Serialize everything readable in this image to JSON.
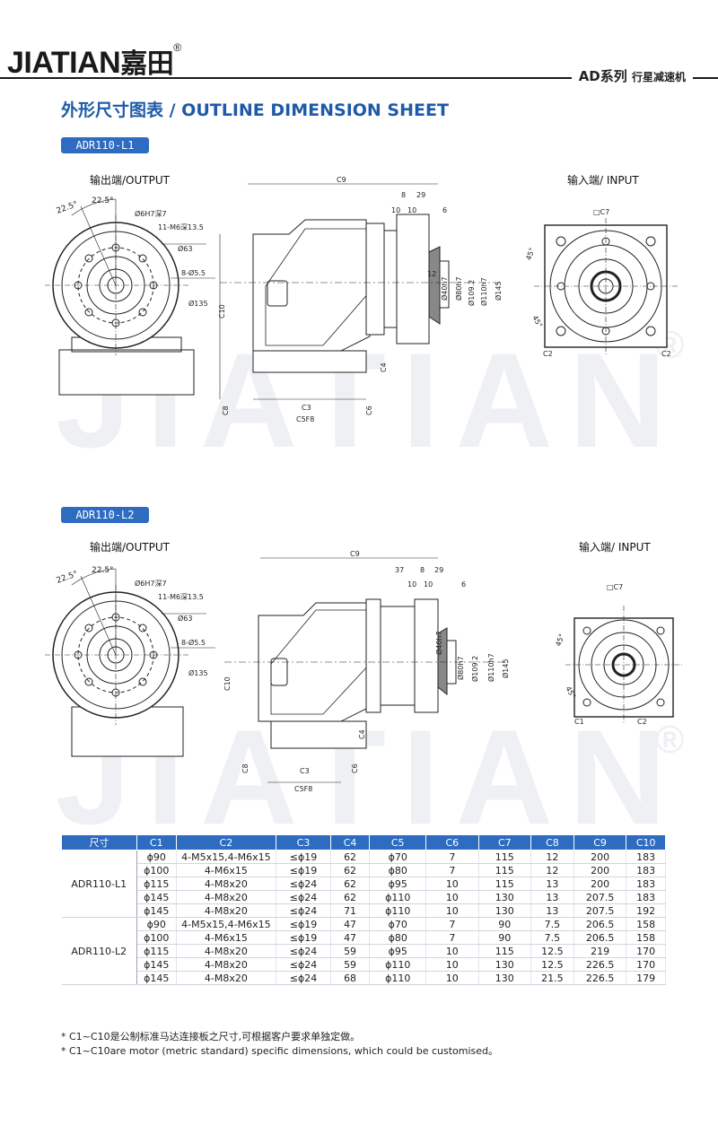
{
  "header": {
    "brand": "JIATIAN",
    "brand_cn": "嘉田",
    "reg": "®",
    "series": "AD系列",
    "series_sub": "行星减速机"
  },
  "title": "外形尺寸图表 / OUTLINE DIMENSION SHEET",
  "watermark": "JIATIAN",
  "watermark_reg": "®",
  "sections": [
    {
      "model": "ADR110-L1",
      "output_label": "输出端/OUTPUT",
      "input_label": "输入端/ INPUT"
    },
    {
      "model": "ADR110-L2",
      "output_label": "输出端/OUTPUT",
      "input_label": "输入端/ INPUT"
    }
  ],
  "drawing_labels": {
    "angle1": "22.5°",
    "angle2": "22.5°",
    "hole1": "Ø6H7深7",
    "hole2": "11-M6深13.5",
    "d63": "Ø63",
    "holes8": "8-Ø5.5",
    "d135": "Ø135",
    "c9": "C9",
    "d8": "8",
    "d29": "29",
    "d37": "37",
    "d10a": "10",
    "d10b": "10",
    "d6": "6",
    "d12": "12",
    "d40": "Ø40h7",
    "d80": "Ø80h7",
    "d109": "Ø109.2",
    "d110": "Ø110h7",
    "d145": "Ø145",
    "c10": "C10",
    "c4": "C4",
    "c3": "C3",
    "c8": "C8",
    "c6": "C6",
    "c5": "C5F8",
    "c7": "□C7",
    "a45a": "45°",
    "a45b": "45°",
    "c1": "C1",
    "c2": "C2"
  },
  "table": {
    "headers": [
      "尺寸",
      "C1",
      "C2",
      "C3",
      "C4",
      "C5",
      "C6",
      "C7",
      "C8",
      "C9",
      "C10"
    ],
    "groups": [
      {
        "model": "ADR110-L1",
        "rows": [
          [
            "ϕ90",
            "4-M5x15,4-M6x15",
            "≤ϕ19",
            "62",
            "ϕ70",
            "7",
            "115",
            "12",
            "200",
            "183"
          ],
          [
            "ϕ100",
            "4-M6x15",
            "≤ϕ19",
            "62",
            "ϕ80",
            "7",
            "115",
            "12",
            "200",
            "183"
          ],
          [
            "ϕ115",
            "4-M8x20",
            "≤ϕ24",
            "62",
            "ϕ95",
            "10",
            "115",
            "13",
            "200",
            "183"
          ],
          [
            "ϕ145",
            "4-M8x20",
            "≤ϕ24",
            "62",
            "ϕ110",
            "10",
            "130",
            "13",
            "207.5",
            "183"
          ],
          [
            "ϕ145",
            "4-M8x20",
            "≤ϕ24",
            "71",
            "ϕ110",
            "10",
            "130",
            "13",
            "207.5",
            "192"
          ]
        ]
      },
      {
        "model": "ADR110-L2",
        "rows": [
          [
            "ϕ90",
            "4-M5x15,4-M6x15",
            "≤ϕ19",
            "47",
            "ϕ70",
            "7",
            "90",
            "7.5",
            "206.5",
            "158"
          ],
          [
            "ϕ100",
            "4-M6x15",
            "≤ϕ19",
            "47",
            "ϕ80",
            "7",
            "90",
            "7.5",
            "206.5",
            "158"
          ],
          [
            "ϕ115",
            "4-M8x20",
            "≤ϕ24",
            "59",
            "ϕ95",
            "10",
            "115",
            "12.5",
            "219",
            "170"
          ],
          [
            "ϕ145",
            "4-M8x20",
            "≤ϕ24",
            "59",
            "ϕ110",
            "10",
            "130",
            "12.5",
            "226.5",
            "170"
          ],
          [
            "ϕ145",
            "4-M8x20",
            "≤ϕ24",
            "68",
            "ϕ110",
            "10",
            "130",
            "21.5",
            "226.5",
            "179"
          ]
        ]
      }
    ]
  },
  "notes": [
    "* C1~C10是公制标准马达连接板之尺寸,可根据客户要求单独定做。",
    "* C1~C10are motor (metric standard) specific dimensions, which could be customised。"
  ]
}
